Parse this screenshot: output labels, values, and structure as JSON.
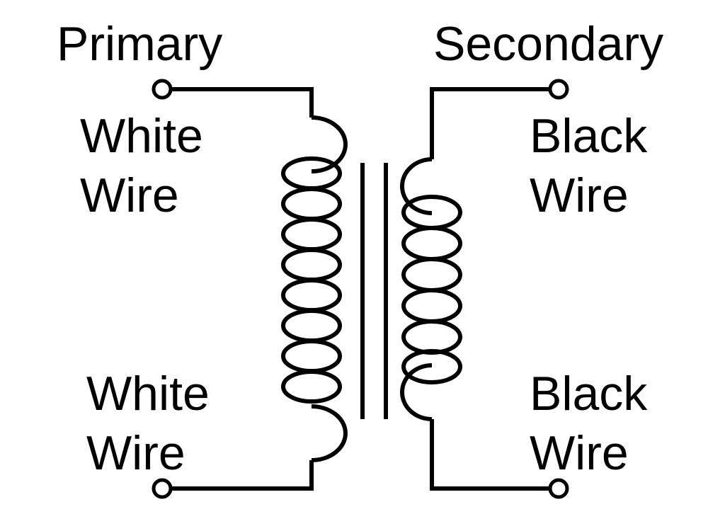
{
  "primary": {
    "title": "Primary",
    "top_wire": {
      "line1": "White",
      "line2": "Wire"
    },
    "bottom_wire": {
      "line1": "White",
      "line2": "Wire"
    }
  },
  "secondary": {
    "title": "Secondary",
    "top_wire": {
      "line1": "Black",
      "line2": "Wire"
    },
    "bottom_wire": {
      "line1": "Black",
      "line2": "Wire"
    }
  },
  "colors": {
    "stroke": "#000000",
    "background": "#ffffff"
  }
}
